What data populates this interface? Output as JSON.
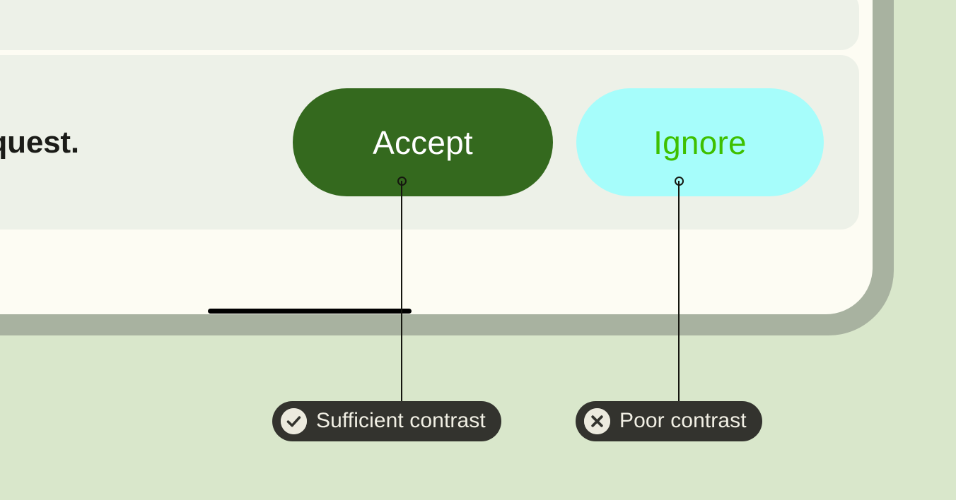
{
  "theme": {
    "page_background": "#d9e7cb",
    "device_bezel": "#a8b2a0",
    "device_screen": "#fdfcf3",
    "card_background": "#edf1e8",
    "text_primary": "#1b1c18",
    "accept_button_background": "#34691e",
    "accept_button_text": "#ffffff",
    "ignore_button_background": "#a6fdfb",
    "ignore_button_text": "#3ec000",
    "badge_background": "#33332e",
    "badge_text": "#f1efe4",
    "badge_icon_background": "#eceade",
    "callout_line": "#15160f",
    "home_indicator": "#000000"
  },
  "device": {
    "screen": {
      "cards": [
        {
          "name": "card-top"
        },
        {
          "name": "card-request"
        }
      ],
      "home_indicator_label": "home-indicator"
    }
  },
  "request_row": {
    "message": "a request.",
    "buttons": [
      {
        "id": "accept",
        "label": "Accept"
      },
      {
        "id": "ignore",
        "label": "Ignore"
      }
    ]
  },
  "annotations": [
    {
      "id": "sufficient",
      "label": "Sufficient contrast",
      "icon": "check-circle-icon",
      "target": "accept-button"
    },
    {
      "id": "poor",
      "label": "Poor contrast",
      "icon": "x-circle-icon",
      "target": "ignore-button"
    }
  ]
}
